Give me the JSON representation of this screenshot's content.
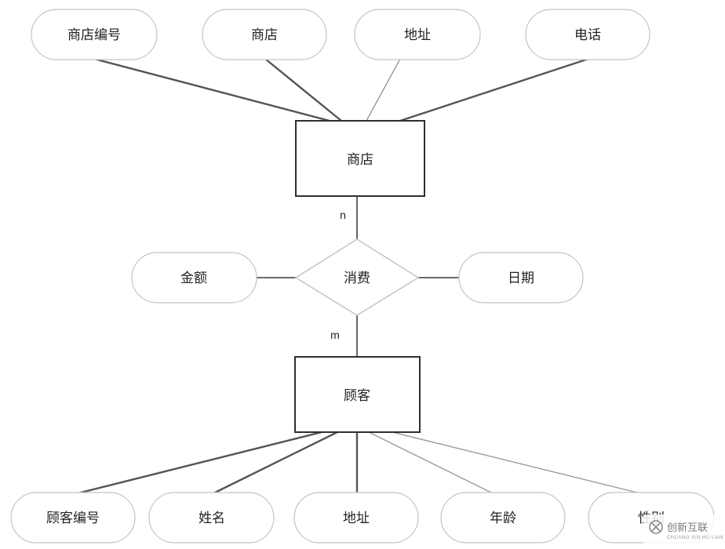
{
  "store_entity": "商店",
  "store_attrs": [
    "商店编号",
    "商店",
    "地址",
    "电话"
  ],
  "relationship": "消费",
  "rel_attrs": [
    "金额",
    "日期"
  ],
  "card_store": "n",
  "card_customer": "m",
  "customer_entity": "顾客",
  "customer_attrs": [
    "顾客编号",
    "姓名",
    "地址",
    "年龄",
    "性别"
  ],
  "watermark": {
    "text": "创新互联",
    "sub": "CHUANG XIN HU LIAN",
    "icon": "x-logo-icon"
  }
}
